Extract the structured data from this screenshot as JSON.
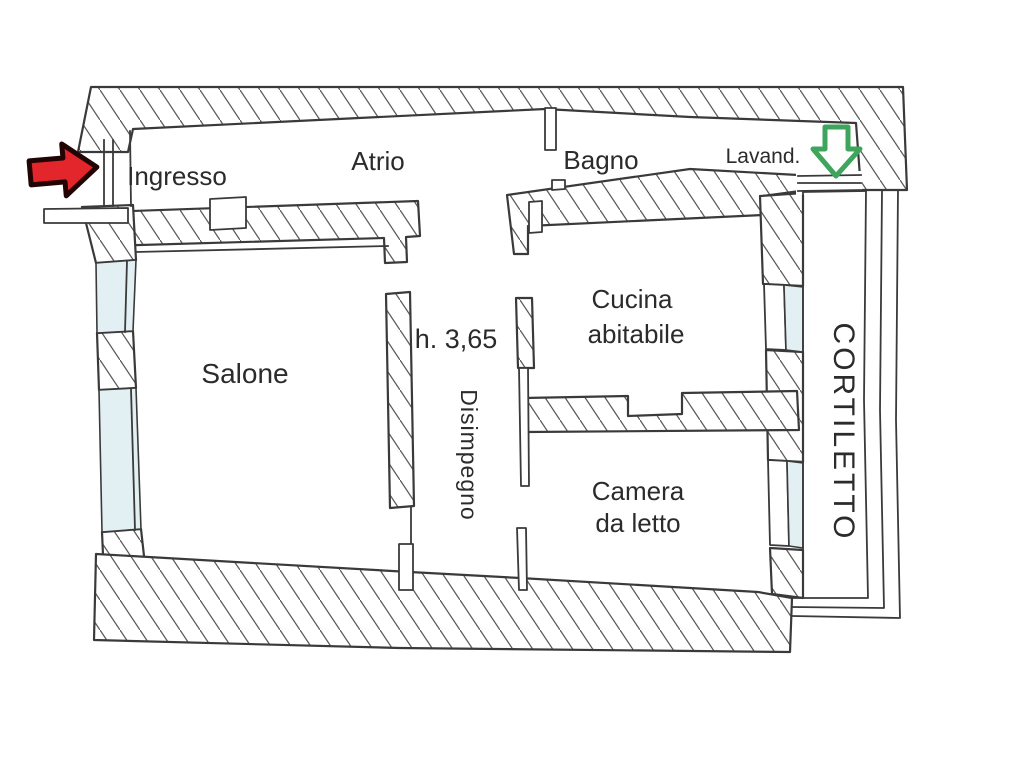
{
  "meta": {
    "type": "apartment-floor-plan"
  },
  "rooms": {
    "ingresso": "Ingresso",
    "atrio": "Atrio",
    "bagno": "Bagno",
    "lavanderia": "Lavand.",
    "salone": "Salone",
    "disimpegno": "Disimpegno",
    "cucina": {
      "line1": "Cucina",
      "line2": "abitabile"
    },
    "camera": {
      "line1": "Camera",
      "line2": "da letto"
    },
    "cortiletto": "CORTILETTO"
  },
  "annotations": {
    "ceiling_height": "h. 3,65"
  },
  "icons": {
    "entrance_arrow": "red-right-arrow",
    "courtyard_exit_arrow": "green-down-arrow"
  },
  "colors": {
    "background": "#ffffff",
    "line": "#3a3a3a",
    "hatch_line": "#5b5b5b",
    "text": "#2b2b2b",
    "window_glass": "#e3f0f3",
    "entrance_arrow_fill": "#e3262b",
    "entrance_arrow_outline": "#230404",
    "courtyard_arrow_stroke": "#3fa45c"
  }
}
